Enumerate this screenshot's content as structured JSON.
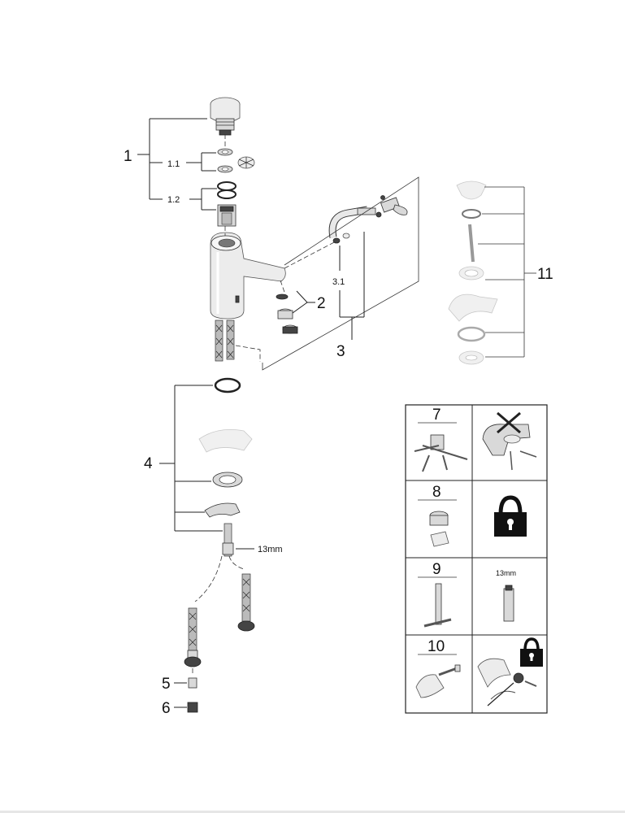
{
  "callouts": {
    "c1": "1",
    "c1_1": "1.1",
    "c1_2": "1.2",
    "c2": "2",
    "c3": "3",
    "c3_1": "3.1",
    "c4": "4",
    "c5": "5",
    "c6": "6",
    "c11": "11",
    "wrench": "13mm"
  },
  "table": {
    "r7": "7",
    "r8": "8",
    "r9": "9",
    "r10": "10",
    "wrench": "13mm"
  },
  "icons": [
    "lock-icon",
    "wrench-icon",
    "faucet-body",
    "pop-up-waste"
  ]
}
